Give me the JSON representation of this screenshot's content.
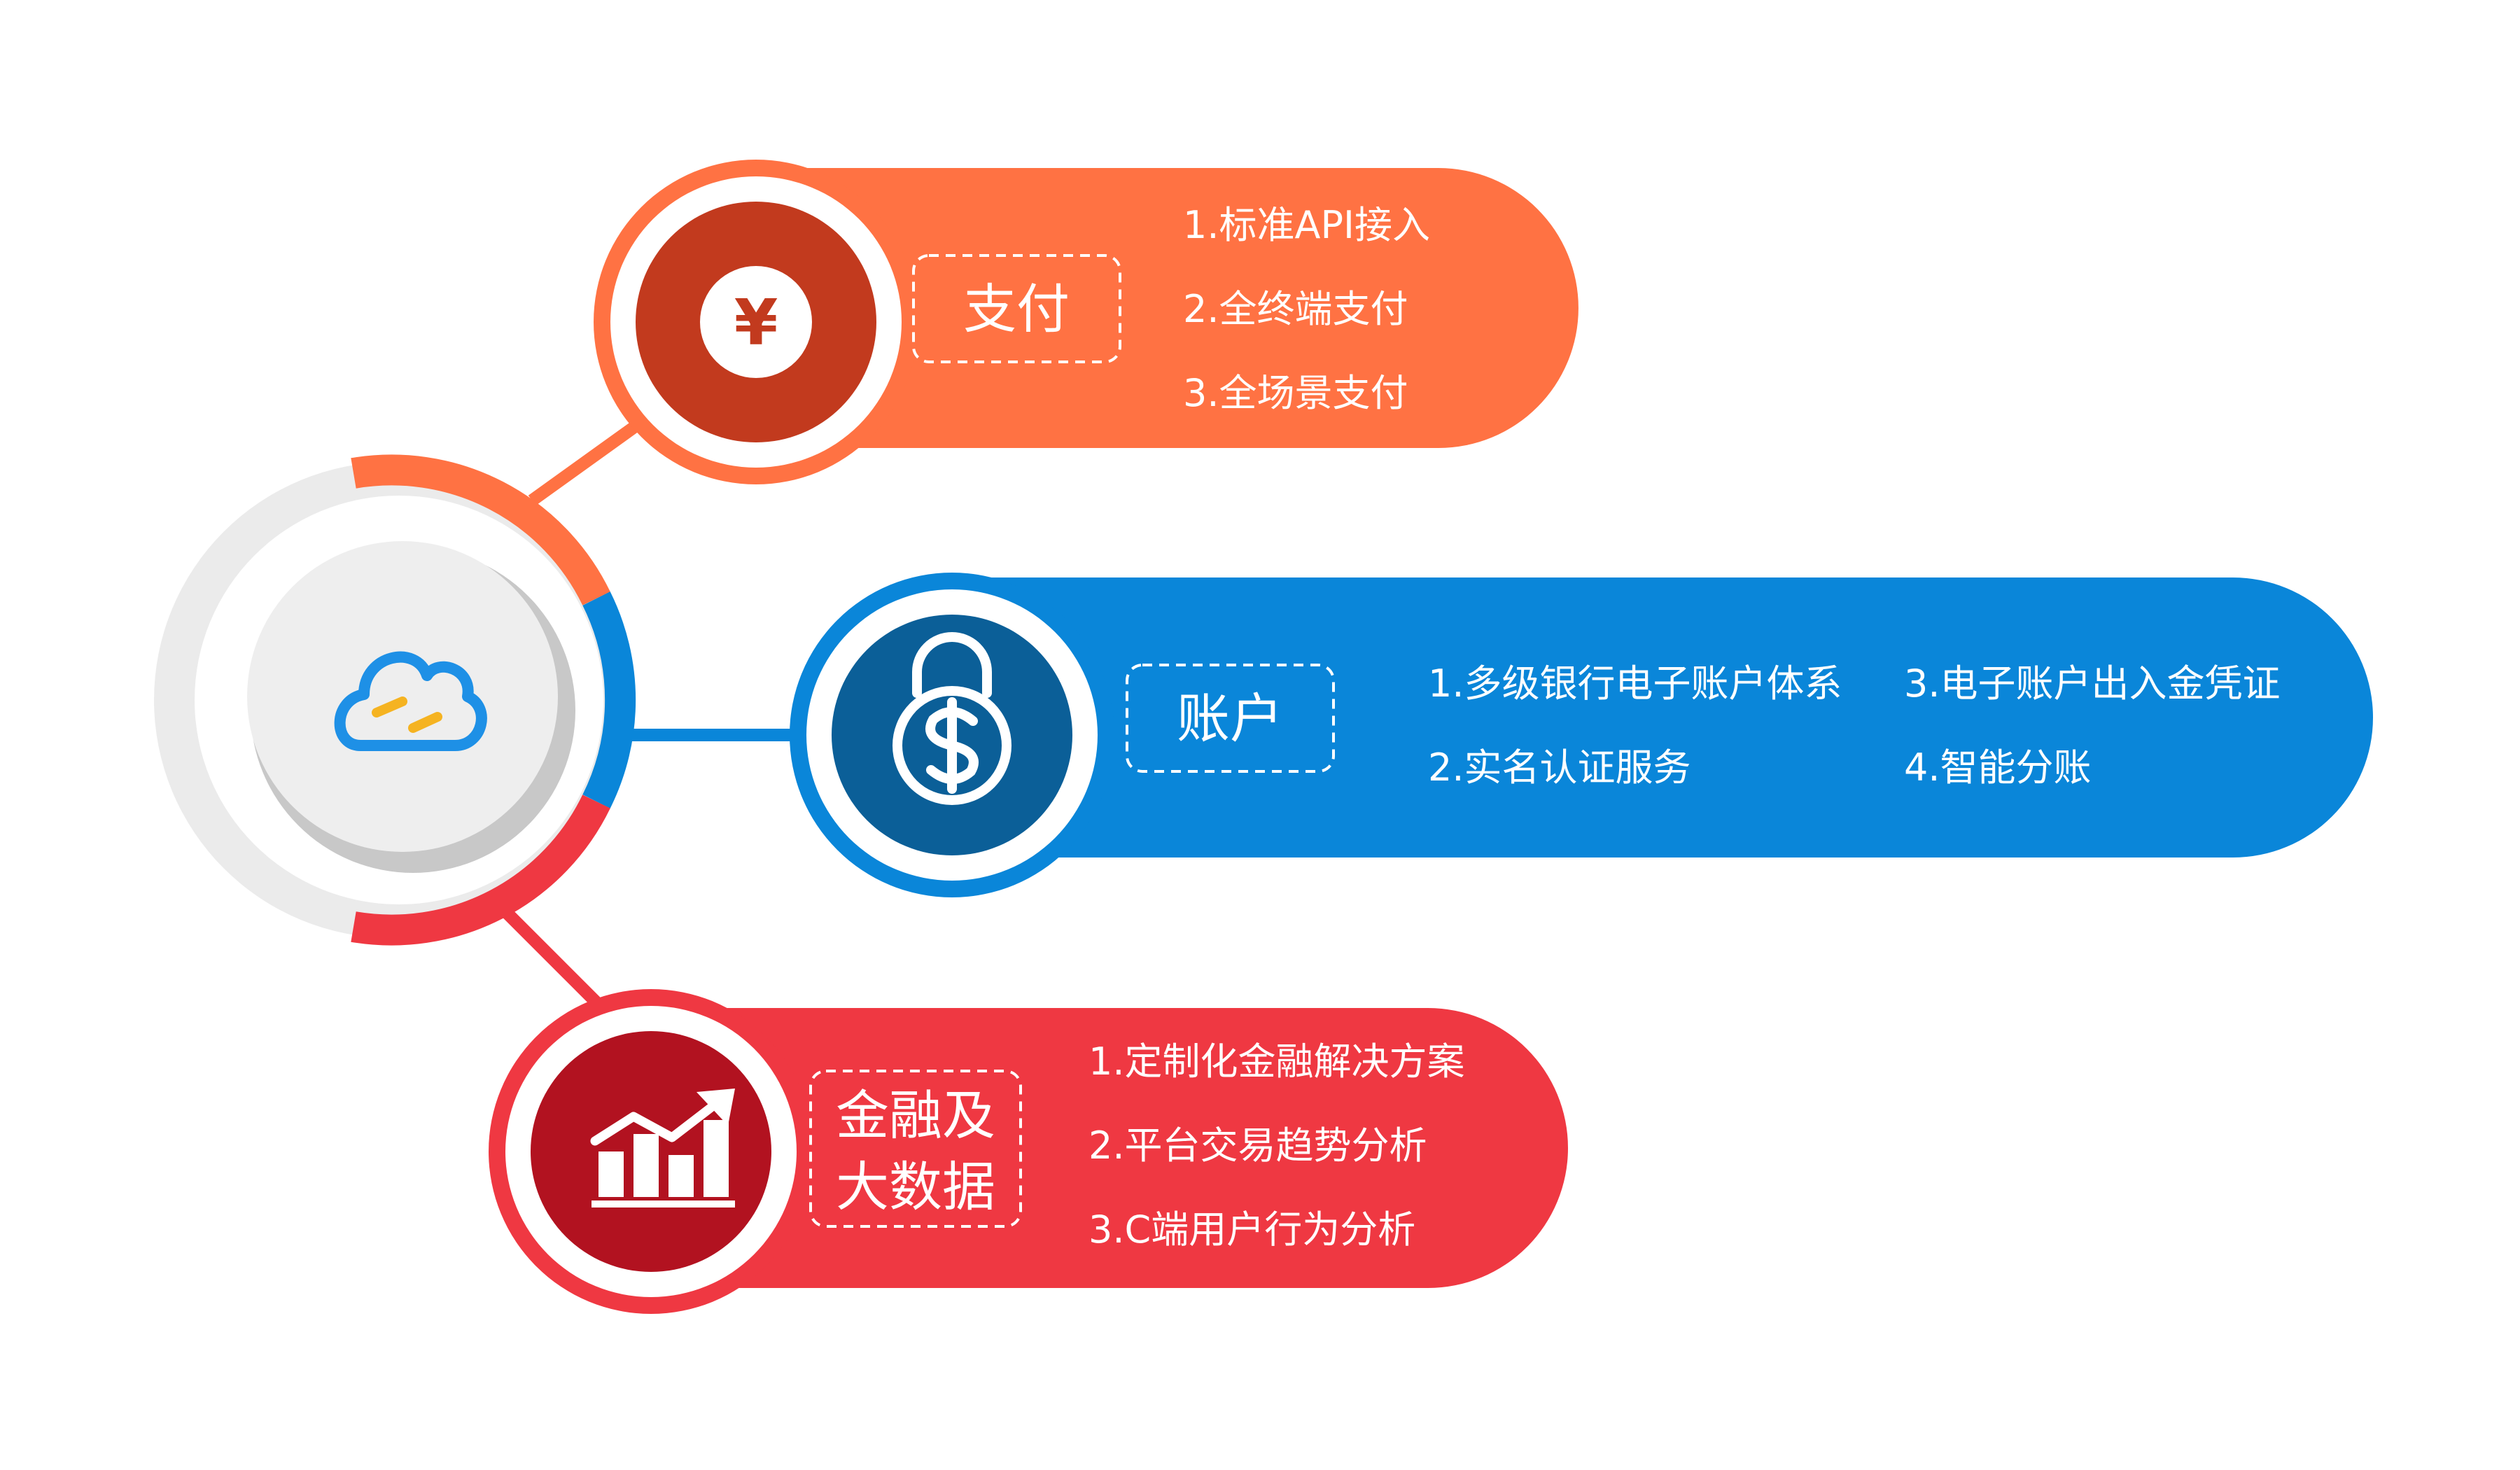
{
  "colors": {
    "payment": "#FF7243",
    "payment_dark": "#C23A1E",
    "account": "#0A86D9",
    "account_dark": "#0B5F98",
    "finance": "#EF3842",
    "finance_dark": "#B21220",
    "hub_gray": "#EBEBEB",
    "cloud_blue": "#1E90E6",
    "cloud_yellow": "#F5B321"
  },
  "hub": {
    "icon": "cloud-link-icon"
  },
  "payment": {
    "icon": "yen-icon",
    "icon_symbol": "¥",
    "title": "支付",
    "items": [
      "1.标准API接入",
      "2.全终端支付",
      "3.全场景支付"
    ]
  },
  "account": {
    "icon": "dollar-lock-icon",
    "title": "账户",
    "items": [
      "1.多级银行电子账户体系",
      "2.实名认证服务",
      "3.电子账户出入金凭证",
      "4.智能分账"
    ]
  },
  "finance": {
    "icon": "growth-chart-icon",
    "title_line1": "金融及",
    "title_line2": "大数据",
    "items": [
      "1.定制化金融解决方案",
      "2.平台交易趋势分析",
      "3.C端用户行为分析"
    ]
  }
}
